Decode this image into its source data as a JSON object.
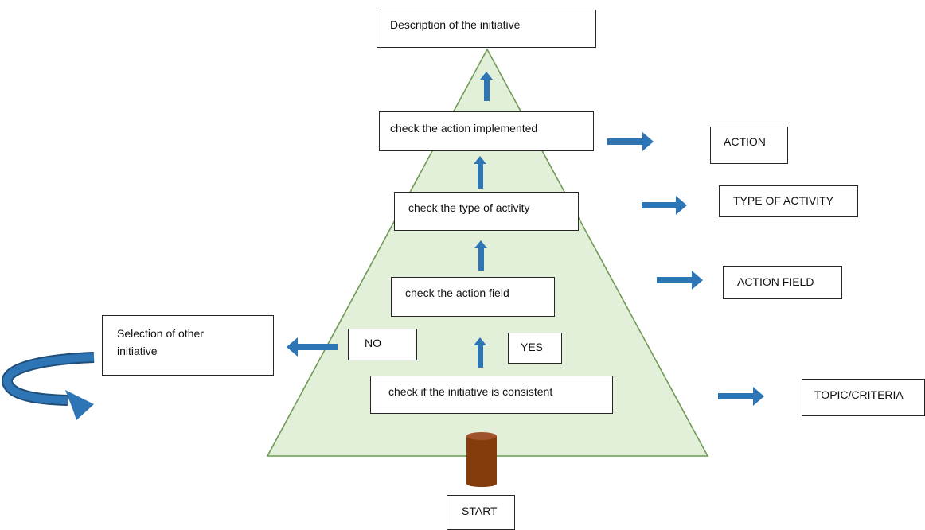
{
  "colors": {
    "pyramid_fill": "#e2efd9",
    "pyramid_stroke": "#6f9a57",
    "arrow": "#2e75b6",
    "trunk": "#843c0c",
    "trunk_top": "#a0522d"
  },
  "steps": {
    "description": "Description of the initiative",
    "action_implemented": "check the action implemented",
    "type_of_activity": "check the type of activity",
    "action_field": "check the action field",
    "initiative_consistent": "check if the initiative is consistent",
    "start": "START"
  },
  "branches": {
    "yes": "YES",
    "no": "NO",
    "selection_other": "Selection of other initiative"
  },
  "outputs": {
    "action": "ACTION",
    "type_of_activity": "TYPE OF ACTIVITY",
    "action_field": "ACTION FIELD",
    "topic_criteria": "TOPIC/CRITERIA"
  },
  "icons": {
    "up": "arrow-up-icon",
    "right": "arrow-right-icon",
    "left": "arrow-left-icon",
    "loop": "loop-arrow-icon",
    "trunk": "tree-trunk-icon"
  }
}
